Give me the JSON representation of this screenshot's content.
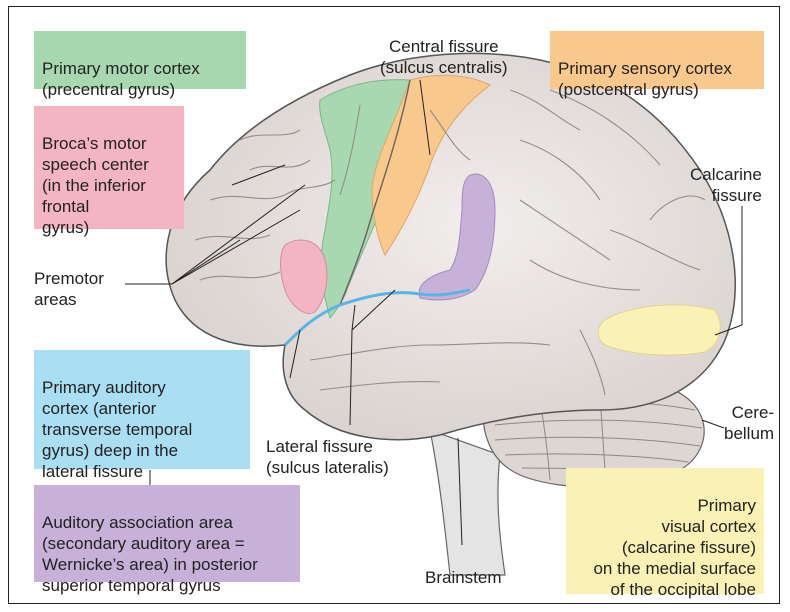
{
  "colors": {
    "motor": "#a8d8b0",
    "sensory": "#f9c88c",
    "broca": "#f4b5c2",
    "auditory": "#a9def3",
    "association": "#c7b1d8",
    "visual": "#faf1b4",
    "brain": "#e8e3e0",
    "outline": "#555555",
    "fissure_blue": "#5bb5e3"
  },
  "boxes": {
    "motor": "Primary motor cortex\n(precentral gyrus)",
    "sensory": "Primary sensory cortex\n(postcentral gyrus)",
    "broca": "Broca’s motor\nspeech center\n(in the inferior\nfrontal\ngyrus)",
    "auditory": "Primary auditory\ncortex (anterior\ntransverse temporal\ngyrus) deep in the\nlateral fissure",
    "association": "Auditory association area\n(secondary auditory area =\nWernicke’s area) in posterior\nsuperior temporal gyrus",
    "visual": "Primary\nvisual cortex\n(calcarine fissure)\non the medial surface\nof the occipital lobe"
  },
  "labels": {
    "central_fissure": "Central fissure\n(sulcus centralis)",
    "calcarine_fissure": "Calcarine\nfissure",
    "premotor": "Premotor\nareas",
    "cerebellum": "Cere-\nbellum",
    "lateral_fissure": "Lateral fissure\n(sulcus lateralis)",
    "brainstem": "Brainstem"
  }
}
